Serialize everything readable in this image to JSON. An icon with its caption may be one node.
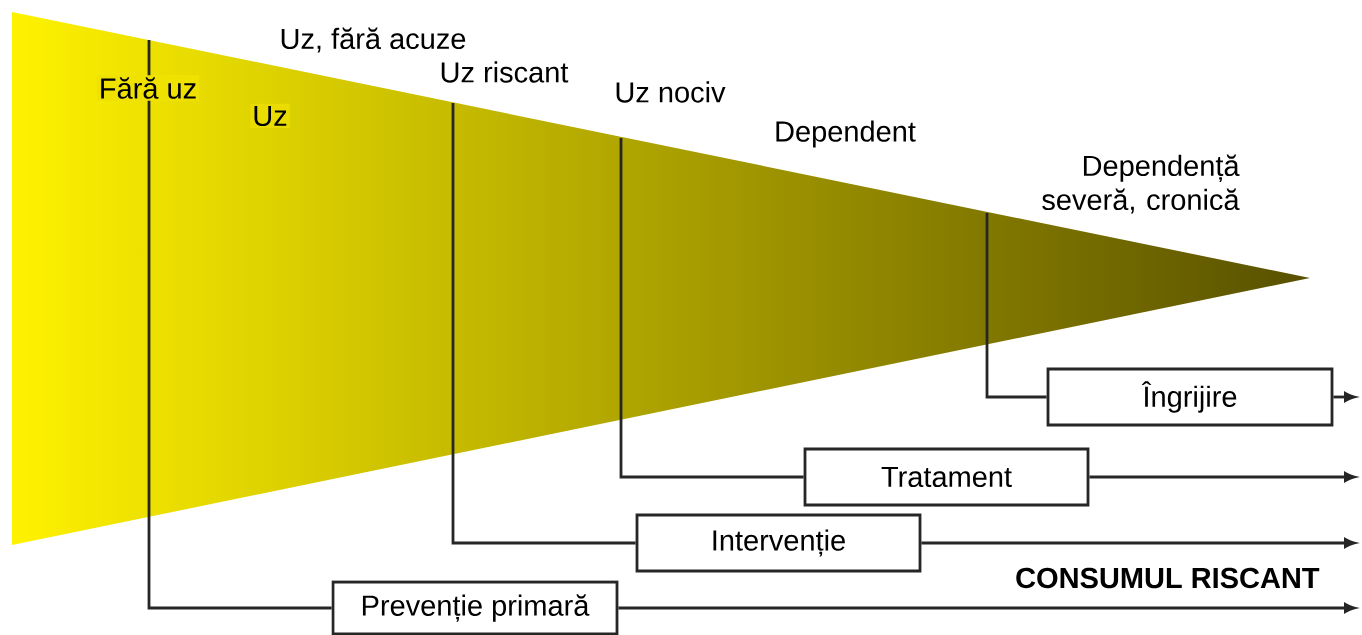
{
  "diagram": {
    "nodes": [
      {
        "text": [
          "Prevenție primară"
        ]
      },
      {
        "text": [
          "Intervenție"
        ]
      },
      {
        "text": [
          "Tratament"
        ]
      },
      {
        "text": [
          "Îngrijire"
        ]
      }
    ],
    "edges": [
      {
        "from": null,
        "to": 0,
        "arrow": "none"
      },
      {
        "from": 0,
        "to": null,
        "arrow": "to"
      },
      {
        "from": null,
        "to": 1,
        "arrow": "none"
      },
      {
        "from": 1,
        "to": null,
        "arrow": "to"
      },
      {
        "from": null,
        "to": 2,
        "arrow": "none"
      },
      {
        "from": 2,
        "to": null,
        "arrow": "to"
      },
      {
        "from": null,
        "to": 3,
        "arrow": "none"
      },
      {
        "from": 3,
        "to": null,
        "arrow": "to"
      }
    ],
    "labels": [
      "Uz, fără acuze",
      "Fără uz",
      "Uz riscant",
      "Uz",
      "Uz nociv",
      "Dependent",
      "Dependență severă, cronică",
      "CONSUMUL RISCANT"
    ]
  }
}
